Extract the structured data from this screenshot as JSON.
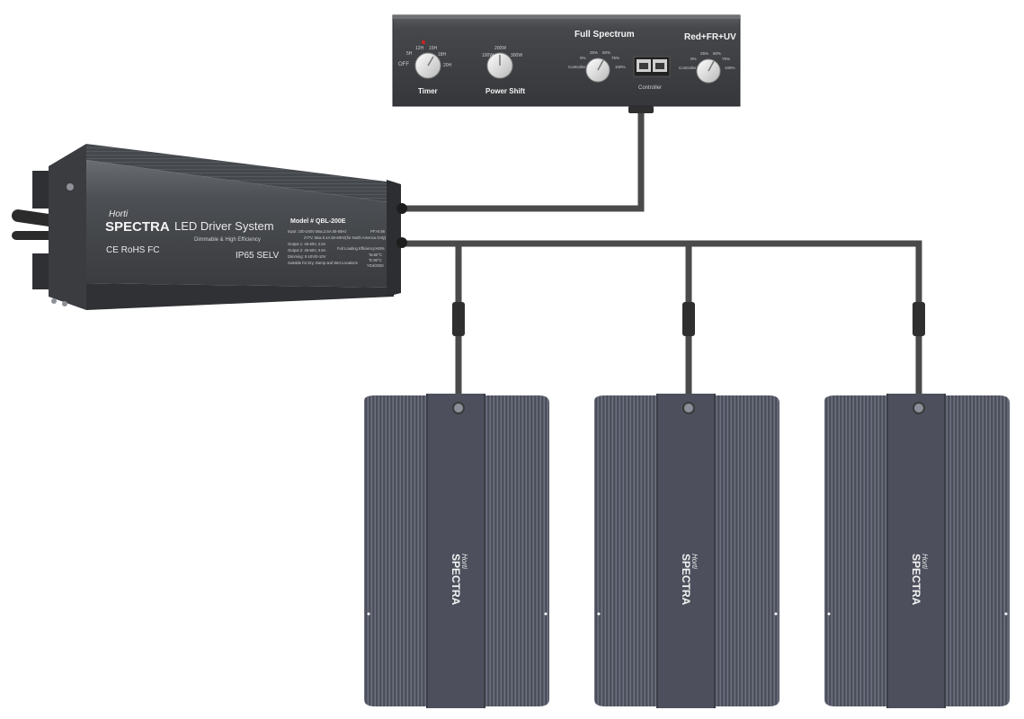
{
  "controller": {
    "title_full_spectrum": "Full Spectrum",
    "title_red_fr_uv": "Red+FR+UV",
    "timer_label": "Timer",
    "timer_ticks": [
      "OFF",
      "5H",
      "12H",
      "15H",
      "18H",
      "20H"
    ],
    "power_label": "Power Shift",
    "power_ticks": [
      "100W",
      "200W",
      "300W"
    ],
    "port_label": "Controller",
    "dial_ticks_left": [
      "Controller",
      "0%",
      "25%",
      "50%",
      "75%",
      "100%"
    ],
    "dial_ticks_right": [
      "Controller",
      "0%",
      "25%",
      "50%",
      "75%",
      "100%"
    ]
  },
  "driver": {
    "brand_top": "Horti",
    "brand_main": "SPECTRA",
    "title": "LED Driver System",
    "subtitle": "Dimmable & High Efficiency",
    "cert_marks": "CE RoHS FC",
    "ip_rating": "IP65 SELV",
    "model": "Model # QBL-200E",
    "spec_lines": [
      "Input: 100-240V  Max.2.5A  50-60Hz",
      "277V, Max.0.4A  50-60Hz(for North America Only)",
      "Output 1: 45-60V, 2.6A",
      "Output 2: 45-60V, 0.6A",
      "Dimming: 0-10V/0-10V",
      "Suitable for Dry, Damp and Wet Locations"
    ],
    "spec_right": [
      "PF>0.98",
      "Full Loading Efficiency>93%",
      "Ta:60°C",
      "Tc:90°C",
      "YD4/2020"
    ]
  },
  "fixtures": [
    {
      "brand_top": "Horti",
      "brand_main": "SPECTRA"
    },
    {
      "brand_top": "Horti",
      "brand_main": "SPECTRA"
    },
    {
      "brand_top": "Horti",
      "brand_main": "SPECTRA"
    }
  ],
  "colors": {
    "cable": "#4a4a4a",
    "controller_body": "#3d3f42",
    "driver_body": "#44474b",
    "fixture_body": "#5a5e6b",
    "fixture_center": "#4d505c"
  }
}
